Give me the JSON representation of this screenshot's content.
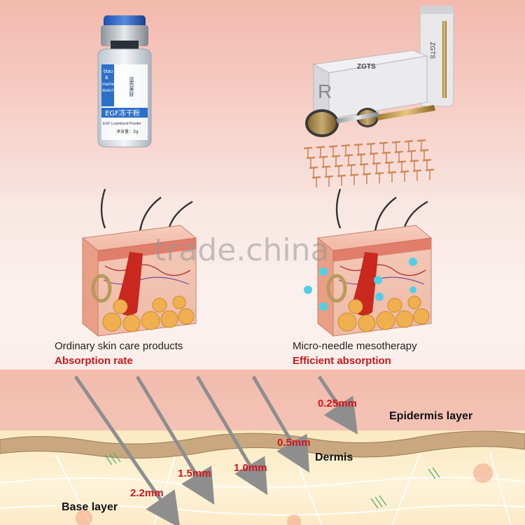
{
  "vial": {
    "brand_lines": [
      "blau",
      "&",
      "marine",
      "BEAUTY"
    ],
    "cn_brand": "蓝色美肤",
    "label": "EGF冻干粉",
    "sublabel": "EGF Lyophilized Powder",
    "dose": "净含量：3g"
  },
  "roller": {
    "brand": "ZGTS",
    "box_letter": "R"
  },
  "watermark": "trade.china",
  "left_panel": {
    "title": "Ordinary skin care products",
    "subtitle": "Absorption rate"
  },
  "right_panel": {
    "title": "Micro-needle mesotherapy",
    "subtitle": "Efficient absorption"
  },
  "depths": {
    "d025": "0.25mm",
    "d05": "0.5mm",
    "d10": "1.0mm",
    "d15": "1.5mm",
    "d22": "2.2mm"
  },
  "layers": {
    "epidermis": "Epidermis layer",
    "dermis": "Dermis",
    "base": "Base layer"
  },
  "colors": {
    "accent_red": "#c8181a",
    "arrow_gray": "#8e8e8e",
    "skin_pink": "#f2bcae",
    "base_yellow": "#fbe9c0"
  }
}
